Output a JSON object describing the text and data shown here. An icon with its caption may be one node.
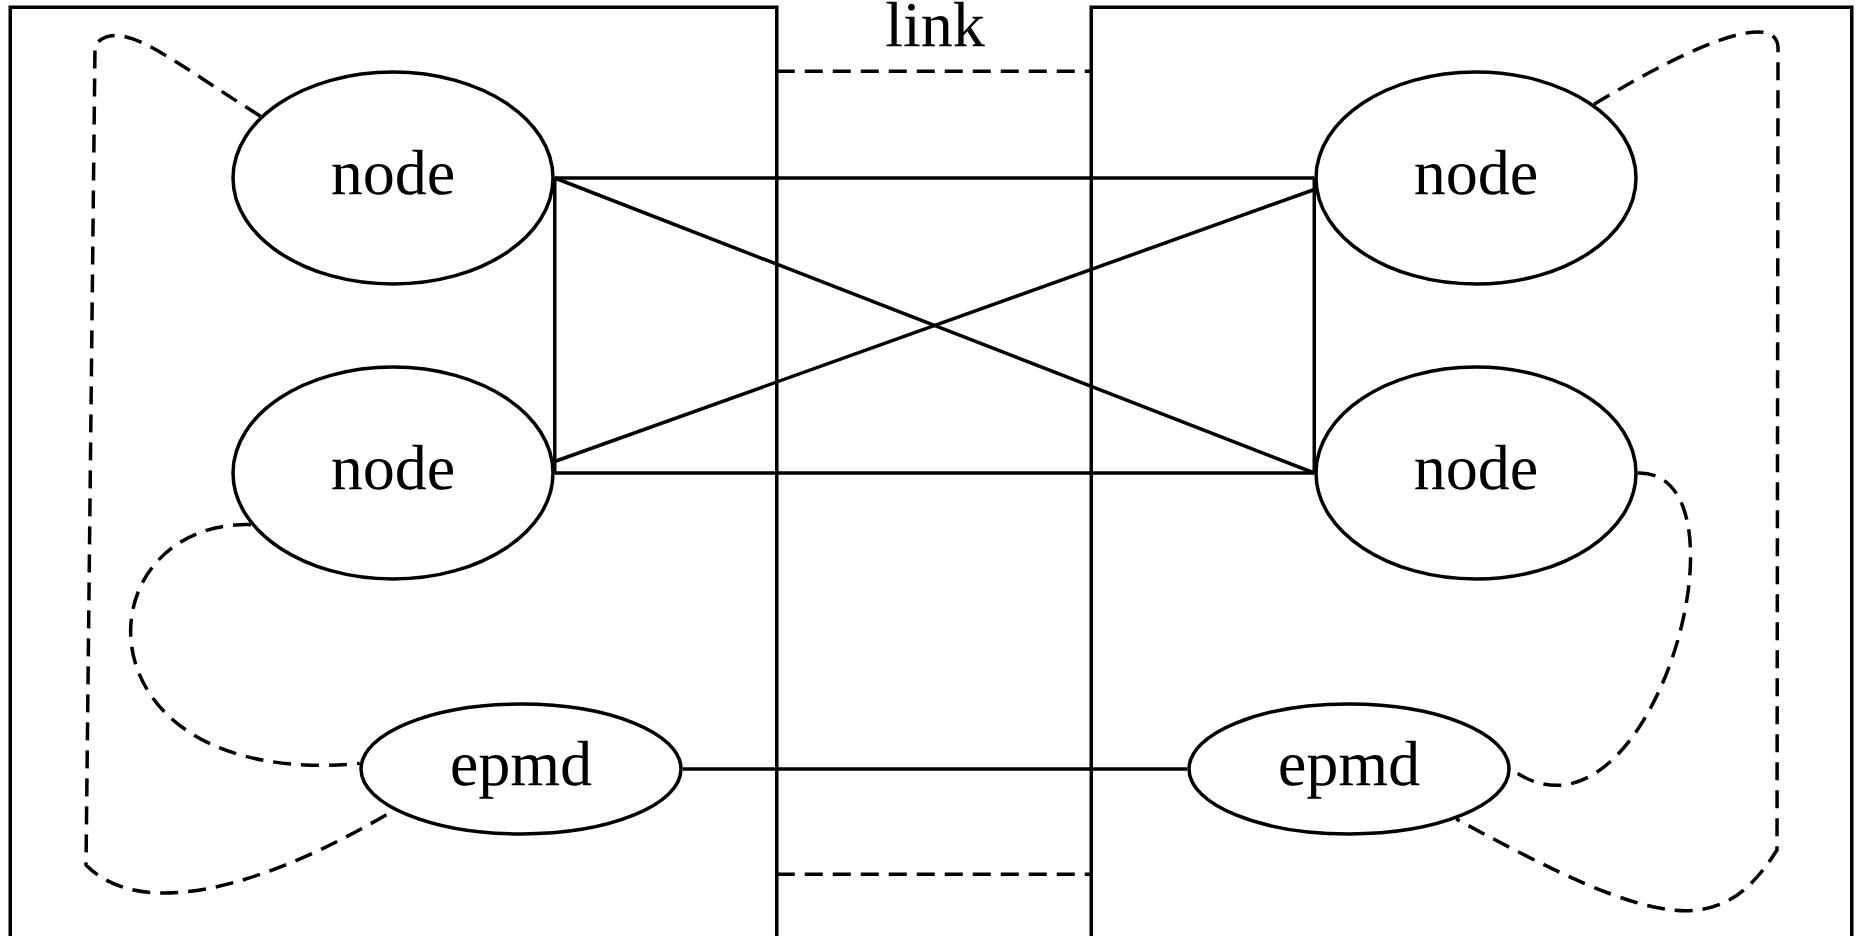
{
  "diagram": {
    "nodes": [
      {
        "text": [],
        "shape": "box"
      },
      {
        "text": [
          "node"
        ],
        "in": 0
      },
      {
        "text": [
          "node"
        ],
        "in": 0
      },
      {
        "text": [
          "epmd"
        ],
        "in": 0
      },
      {
        "text": [],
        "shape": "box"
      },
      {
        "text": [
          "node"
        ],
        "in": 4
      },
      {
        "text": [
          "node"
        ],
        "in": 4
      },
      {
        "text": [
          "epmd"
        ],
        "in": 4
      }
    ],
    "edges": [
      {
        "from": 0,
        "to": 4,
        "arrow": "none",
        "style": "dashed",
        "label": "link"
      },
      {
        "from": 0,
        "to": 4,
        "arrow": "none",
        "style": "dashed"
      },
      {
        "from": 1,
        "to": 5,
        "arrow": "none"
      },
      {
        "from": 1,
        "to": 6,
        "arrow": "none"
      },
      {
        "from": 2,
        "to": 5,
        "arrow": "none"
      },
      {
        "from": 2,
        "to": 6,
        "arrow": "none"
      },
      {
        "from": 1,
        "to": 2,
        "arrow": "none"
      },
      {
        "from": 5,
        "to": 6,
        "arrow": "none"
      },
      {
        "from": 3,
        "to": 7,
        "arrow": "none"
      },
      {
        "from": 1,
        "to": 3,
        "arrow": "none",
        "style": "dashed"
      },
      {
        "from": 2,
        "to": 3,
        "arrow": "none",
        "style": "dashed"
      },
      {
        "from": 5,
        "to": 7,
        "arrow": "none",
        "style": "dashed"
      },
      {
        "from": 6,
        "to": 7,
        "arrow": "none",
        "style": "dashed"
      }
    ]
  }
}
